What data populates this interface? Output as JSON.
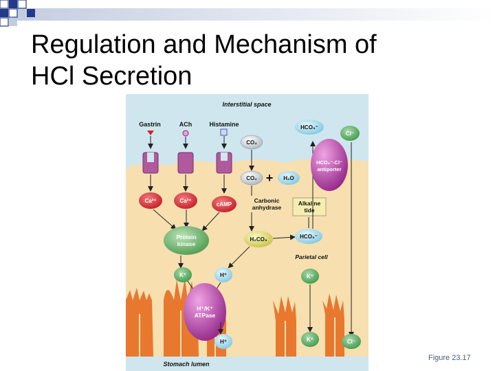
{
  "slide": {
    "title_line1": "Regulation and Mechanism of",
    "title_line2": "HCl Secretion",
    "caption": "Figure 23.17"
  },
  "figure": {
    "interstitial_label": "Interstitial space",
    "stomach_lumen_label": "Stomach lumen",
    "parietal_cell_label": "Parietal cell",
    "gastrin": "Gastrin",
    "ach": "ACh",
    "histamine": "Histamine",
    "ca_left": "Ca²⁺",
    "ca_right": "Ca²⁺",
    "camp": "cAMP",
    "protein_kinase_l1": "Protein",
    "protein_kinase_l2": "kinase",
    "co2_top": "CO₂",
    "co2_mid": "CO₂",
    "plus": "+",
    "h2o": "H₂O",
    "carbonic_l1": "Carbonic",
    "carbonic_l2": "anhydrase",
    "h2co3": "H₂CO₃",
    "hco3_mid": "HCO₃⁻",
    "alkaline_l1": "Alkaline",
    "alkaline_l2": "tide",
    "hco3_top": "HCO₃⁻",
    "cl_top": "Cl⁻",
    "antiporter_l1": "HCO₃⁻-Cl⁻",
    "antiporter_l2": "antiporter",
    "k_left": "K⁺",
    "h_in": "H⁺",
    "k_right": "K⁺",
    "pump_l1": "H⁺/K⁺",
    "pump_l2": "ATPase",
    "h_out": "H⁺",
    "k_out": "K⁺",
    "cl_out": "Cl⁻"
  },
  "colors": {
    "interstitial": "#cfe6ee",
    "cytoplasm": "#f7dfb0",
    "microvilli": "#e8782e",
    "receptor": "#b0599c",
    "calcium": "#d4232b",
    "camp": "#d4232b",
    "kinase": "#4f9a52",
    "k_ion": "#3f9a4e",
    "h_ion": "#8fd3ea",
    "gas": "#b7c2c8",
    "h2co3": "#d7d466",
    "pump": "#9c2a8f",
    "deco_blue": "#233a8a"
  }
}
